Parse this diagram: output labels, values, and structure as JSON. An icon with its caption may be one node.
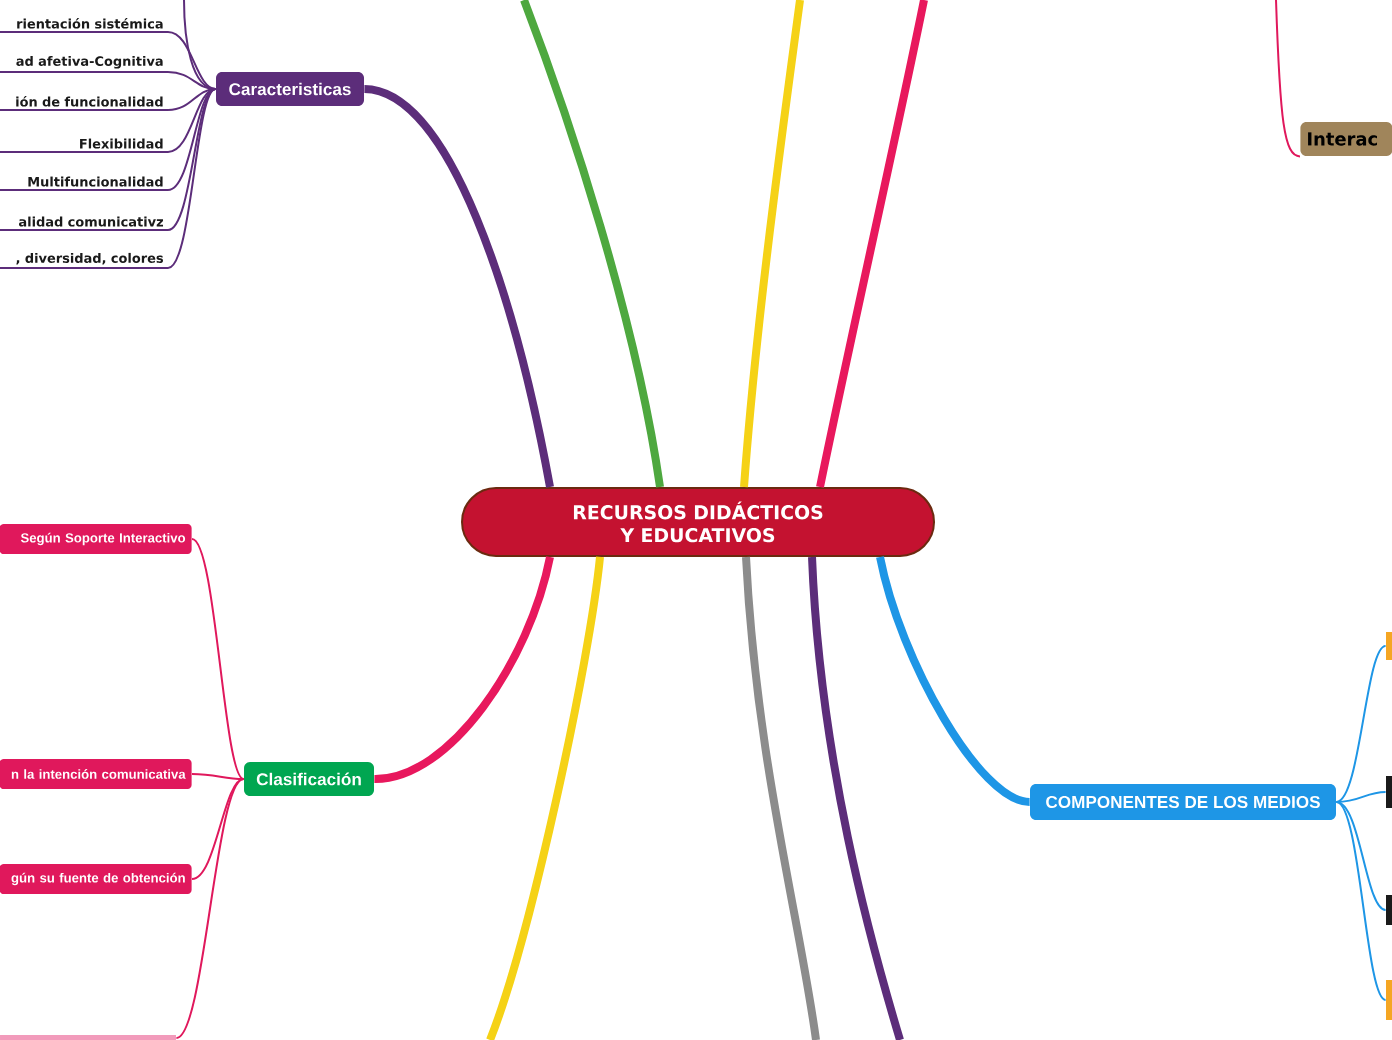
{
  "diagram": {
    "nodes": [
      {
        "text": [
          "RECURSOS DIDÁCTICOS Y EDUCATIVOS"
        ]
      },
      {
        "text": [
          "Caracteristicas"
        ]
      },
      {
        "text": [
          "rientación sistémica"
        ]
      },
      {
        "text": [
          "ad afetiva-Cognitiva"
        ]
      },
      {
        "text": [
          "ión de funcionalidad"
        ]
      },
      {
        "text": [
          "Flexibilidad"
        ]
      },
      {
        "text": [
          "Multifuncionalidad"
        ]
      },
      {
        "text": [
          "alidad comunicativz"
        ]
      },
      {
        "text": [
          ", diversidad, colores"
        ]
      },
      {
        "text": [
          "Clasificación"
        ]
      },
      {
        "text": [
          "Según Soporte Interactivo"
        ]
      },
      {
        "text": [
          "n la intención comunicativa"
        ]
      },
      {
        "text": [
          "gún su fuente de obtención"
        ]
      },
      {
        "text": [],
        "shape": "box"
      },
      {
        "text": [
          "COMPONENTES DE LOS MEDIOS"
        ]
      },
      {
        "text": [],
        "shape": "box"
      },
      {
        "text": [],
        "shape": "box"
      },
      {
        "text": [],
        "shape": "box"
      },
      {
        "text": [],
        "shape": "box"
      },
      {
        "text": [
          "Interac"
        ]
      }
    ],
    "edges": [
      {
        "from": 0,
        "to": 1,
        "arrow": "none",
        "style": "thick"
      },
      {
        "from": 0,
        "to": null,
        "arrow": "none",
        "style": "thick",
        "color": "#4ea83f"
      },
      {
        "from": 0,
        "to": null,
        "arrow": "none",
        "style": "thick",
        "color": "#f5d216"
      },
      {
        "from": 0,
        "to": null,
        "arrow": "none",
        "style": "thick",
        "color": "#e8185d"
      },
      {
        "from": 0,
        "to": 9,
        "arrow": "none",
        "style": "thick",
        "color": "#e8185d"
      },
      {
        "from": 0,
        "to": null,
        "arrow": "none",
        "style": "thick",
        "color": "#f5d216"
      },
      {
        "from": 0,
        "to": null,
        "arrow": "none",
        "style": "thick",
        "color": "#8c8c8c"
      },
      {
        "from": 0,
        "to": null,
        "arrow": "none",
        "style": "thick"
      },
      {
        "from": 0,
        "to": 14,
        "arrow": "none",
        "style": "thick",
        "color": "#1e96e6"
      },
      {
        "from": 1,
        "to": null,
        "arrow": "none"
      },
      {
        "from": 1,
        "to": 2,
        "arrow": "none"
      },
      {
        "from": 1,
        "to": 3,
        "arrow": "none"
      },
      {
        "from": 1,
        "to": 4,
        "arrow": "none"
      },
      {
        "from": 1,
        "to": 5,
        "arrow": "none"
      },
      {
        "from": 1,
        "to": 6,
        "arrow": "none"
      },
      {
        "from": 1,
        "to": 7,
        "arrow": "none"
      },
      {
        "from": 1,
        "to": 8,
        "arrow": "none"
      },
      {
        "from": 9,
        "to": 10,
        "arrow": "none",
        "color": "#e0185c"
      },
      {
        "from": 9,
        "to": 11,
        "arrow": "none",
        "color": "#e0185c"
      },
      {
        "from": 9,
        "to": 12,
        "arrow": "none",
        "color": "#e0185c"
      },
      {
        "from": 9,
        "to": 13,
        "arrow": "none",
        "color": "#e0185c"
      },
      {
        "from": 14,
        "to": 15,
        "arrow": "none",
        "color": "#1e96e6"
      },
      {
        "from": 14,
        "to": 16,
        "arrow": "none",
        "color": "#1e96e6"
      },
      {
        "from": 14,
        "to": 17,
        "arrow": "none",
        "color": "#1e96e6"
      },
      {
        "from": 14,
        "to": 18,
        "arrow": "none",
        "color": "#1e96e6"
      },
      {
        "from": null,
        "to": 19,
        "arrow": "none",
        "color": "#e0185c"
      }
    ]
  }
}
